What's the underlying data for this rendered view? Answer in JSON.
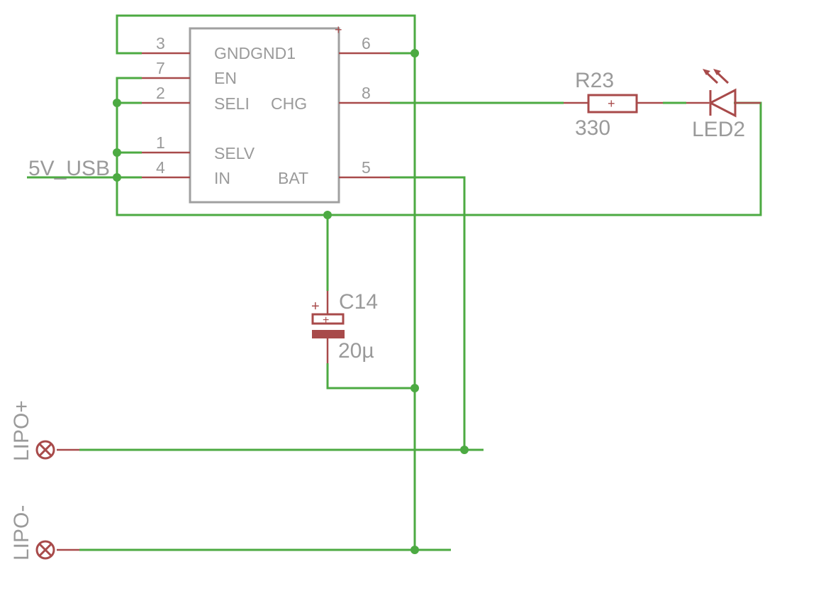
{
  "ic": {
    "pins": {
      "p3": "3",
      "p7": "7",
      "p2": "2",
      "p1": "1",
      "p4": "4",
      "p6": "6",
      "p8": "8",
      "p5": "5"
    },
    "names": {
      "gnd": "GNDGND1",
      "en": "EN",
      "seli": "SELI",
      "chg": "CHG",
      "selv": "SELV",
      "in": "IN",
      "bat": "BAT"
    }
  },
  "resistor": {
    "ref": "R23",
    "value": "330"
  },
  "led": {
    "ref": "LED2"
  },
  "capacitor": {
    "ref": "C14",
    "value": "20µ",
    "polarity": "+"
  },
  "net": {
    "usb": "5V_USB"
  },
  "connectors": {
    "lipo_plus": "LIPO+",
    "lipo_minus": "LIPO-"
  },
  "colors": {
    "wire": "#4caa42",
    "component": "#a84a4a",
    "text": "#9a9a9a",
    "ic_outline": "#a0a0a0"
  }
}
